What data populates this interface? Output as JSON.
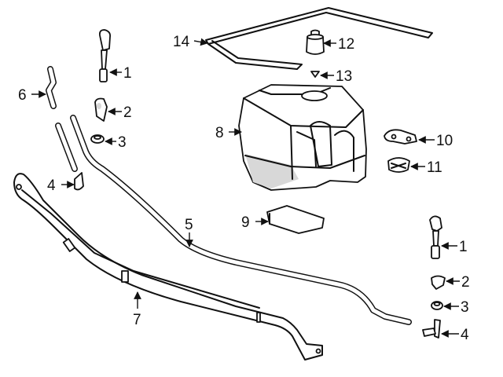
{
  "diagram": {
    "callouts": [
      {
        "id": "c1a",
        "label": "1"
      },
      {
        "id": "c2a",
        "label": "2"
      },
      {
        "id": "c3a",
        "label": "3"
      },
      {
        "id": "c4a",
        "label": "4"
      },
      {
        "id": "c5",
        "label": "5"
      },
      {
        "id": "c6",
        "label": "6"
      },
      {
        "id": "c7",
        "label": "7"
      },
      {
        "id": "c8",
        "label": "8"
      },
      {
        "id": "c9",
        "label": "9"
      },
      {
        "id": "c10",
        "label": "10"
      },
      {
        "id": "c11",
        "label": "11"
      },
      {
        "id": "c12",
        "label": "12"
      },
      {
        "id": "c13",
        "label": "13"
      },
      {
        "id": "c14",
        "label": "14"
      },
      {
        "id": "c1b",
        "label": "1"
      },
      {
        "id": "c2b",
        "label": "2"
      },
      {
        "id": "c3b",
        "label": "3"
      },
      {
        "id": "c4b",
        "label": "4"
      }
    ]
  }
}
